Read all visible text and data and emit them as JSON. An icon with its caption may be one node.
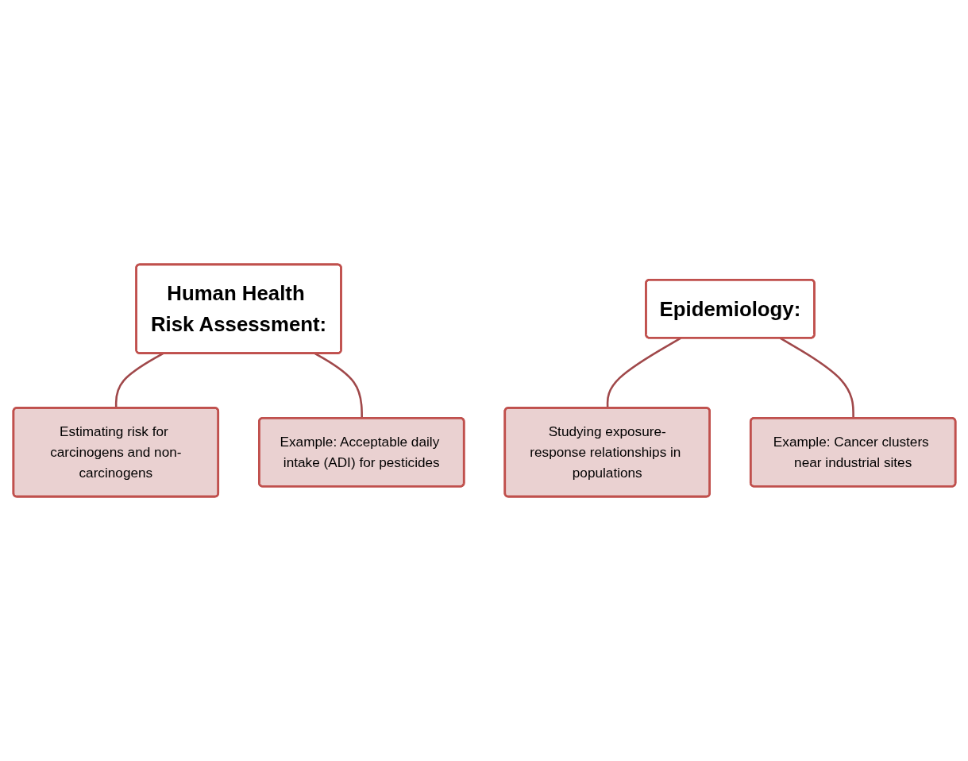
{
  "diagram": {
    "nodes": [
      {
        "text": [
          "Human Health Risk Assessment:"
        ]
      },
      {
        "text": [
          "Estimating risk for carcinogens and non-carcinogens"
        ]
      },
      {
        "text": [
          "Example: Acceptable daily intake (ADI) for pesticides"
        ]
      },
      {
        "text": [
          "Epidemiology:"
        ]
      },
      {
        "text": [
          "Studying exposure-response relationships in populations"
        ]
      },
      {
        "text": [
          "Example: Cancer clusters near industrial sites"
        ]
      }
    ],
    "edges": [
      {
        "from": 0,
        "to": 1,
        "arrow": "none"
      },
      {
        "from": 0,
        "to": 2,
        "arrow": "none"
      },
      {
        "from": 3,
        "to": 4,
        "arrow": "none"
      },
      {
        "from": 3,
        "to": 5,
        "arrow": "none"
      }
    ]
  }
}
